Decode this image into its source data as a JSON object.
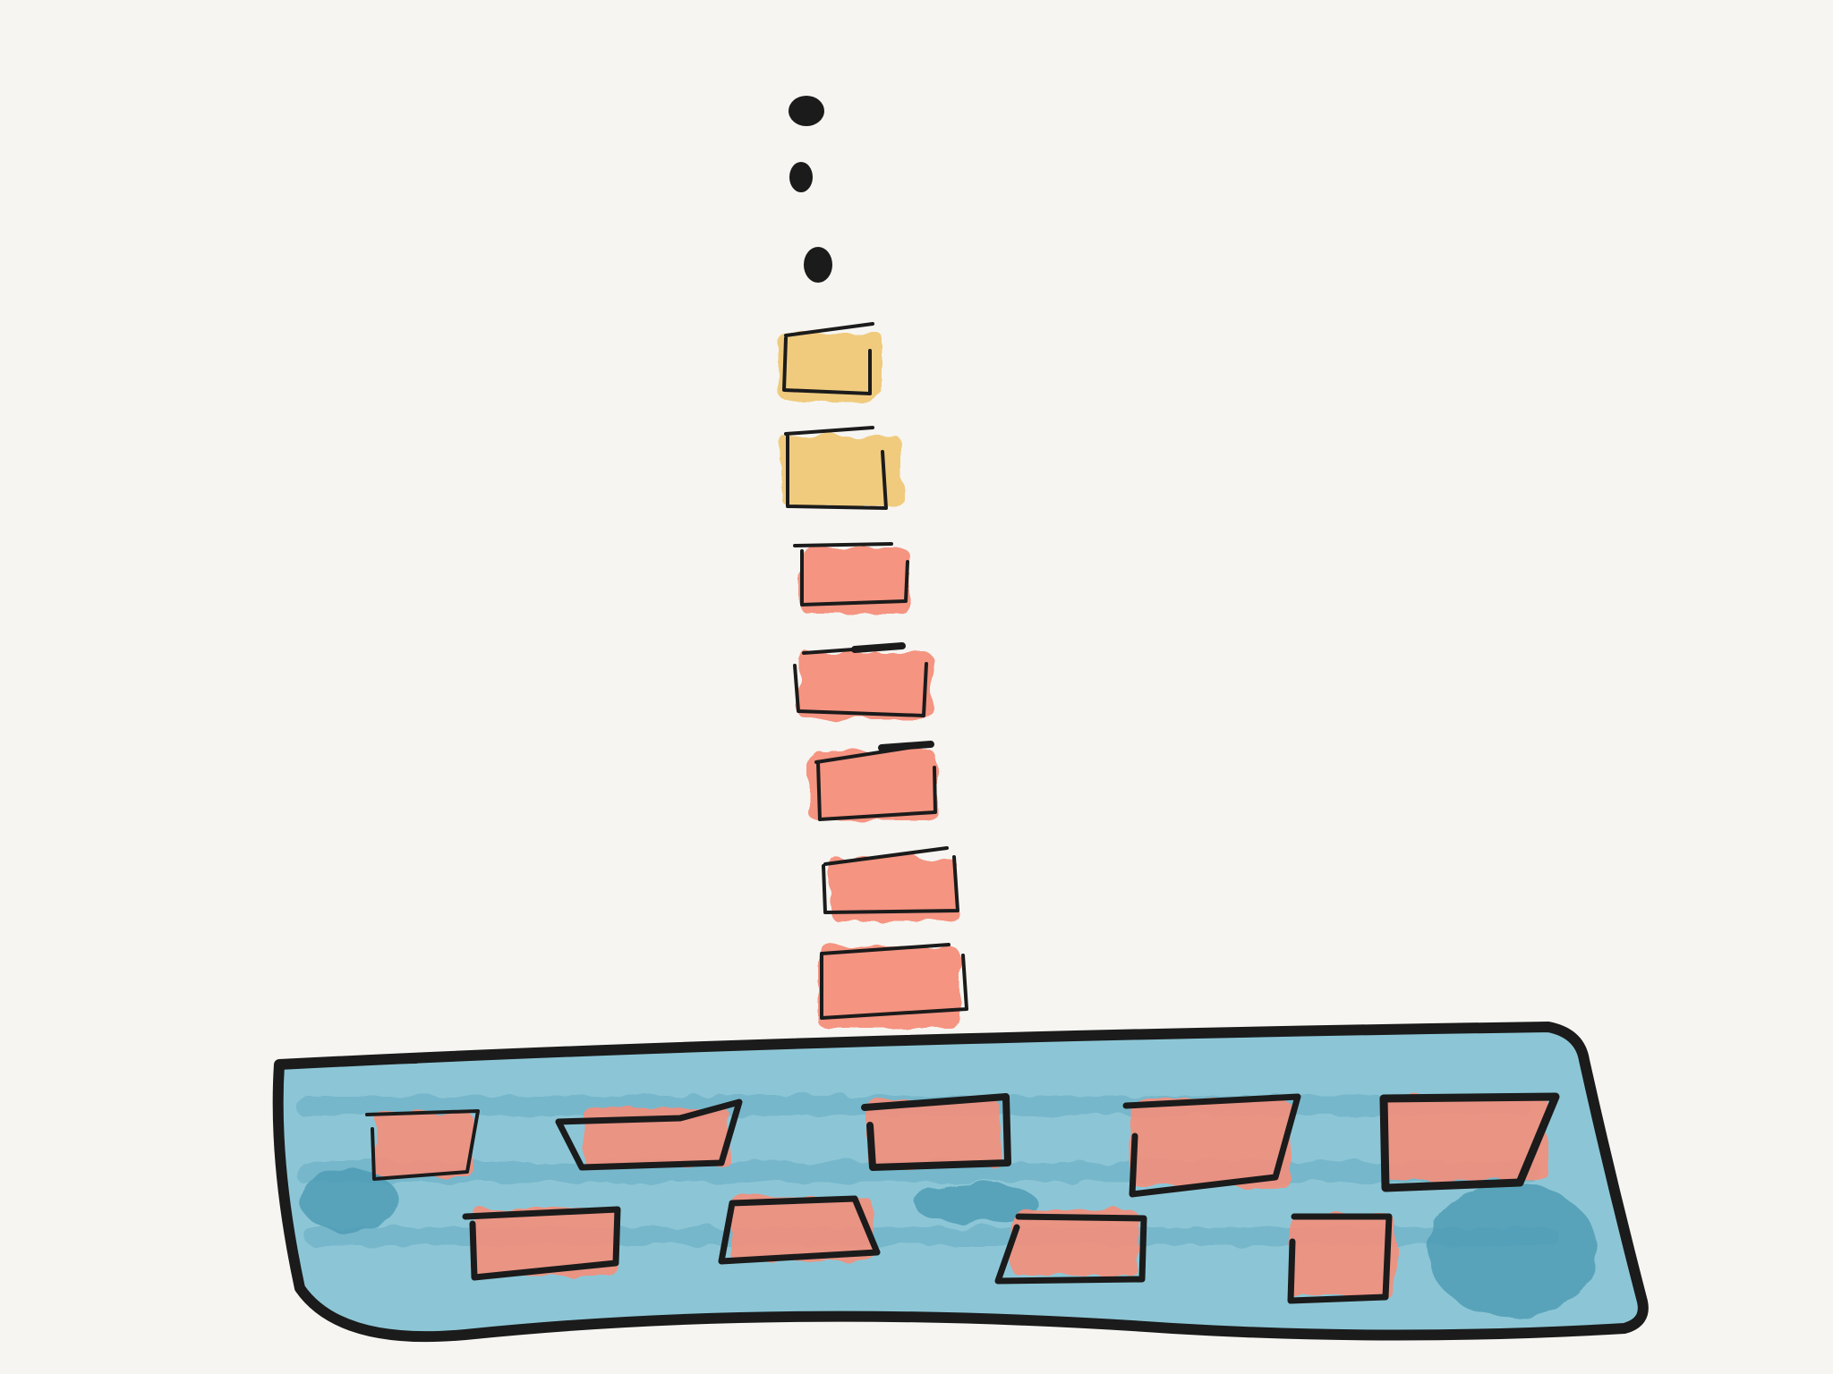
{
  "diagram": {
    "description_free": true,
    "colors": {
      "background": "#f6f5f1",
      "ink": "#1b1b1b",
      "base_fill": "#8cc6d6",
      "base_shadow": "#4f9db6",
      "orange_block": "#f58f7c",
      "yellow_block": "#f0c978"
    },
    "continuation_dots": 3,
    "stack": {
      "yellow_blocks": 2,
      "orange_blocks": 5
    },
    "base": {
      "row_1_blocks": 5,
      "row_2_blocks": 4
    }
  }
}
